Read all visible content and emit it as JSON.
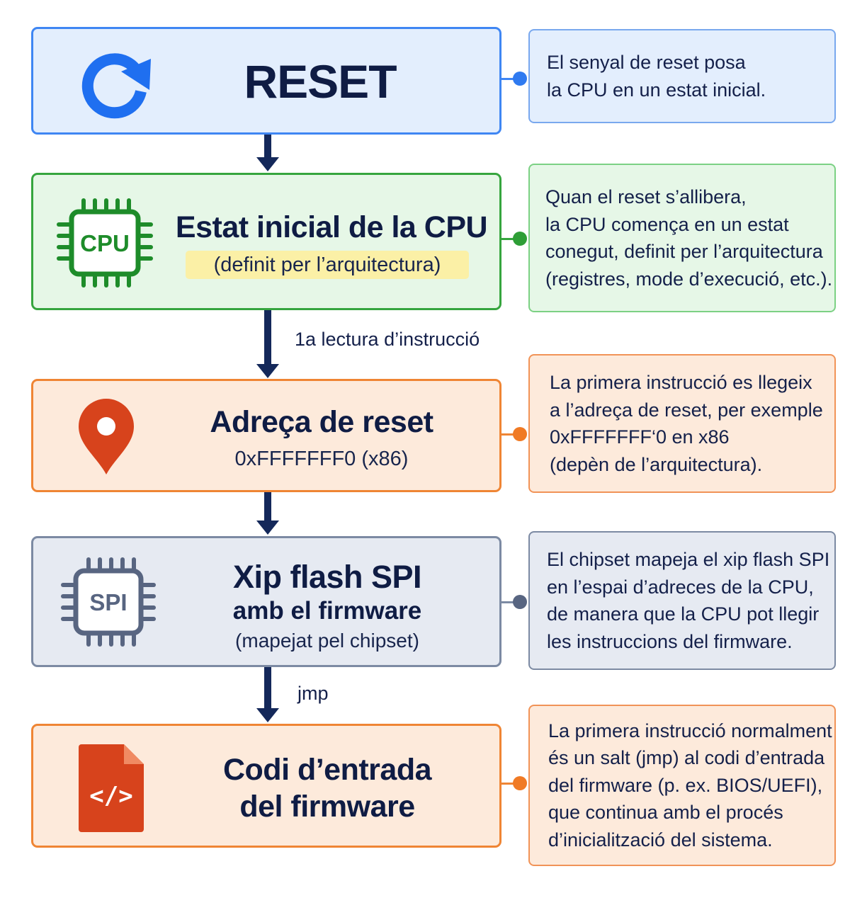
{
  "steps": {
    "reset": {
      "title": "RESET"
    },
    "cpu": {
      "title": "Estat inicial de la CPU",
      "subtitle": "(definit per l’arquitectura)",
      "chip_label": "CPU"
    },
    "address": {
      "title": "Adreça de reset",
      "subtitle": "0xFFFFFFF0 (x86)"
    },
    "flash": {
      "title_line1": "Xip flash SPI",
      "title_line2": "amb el firmware",
      "subtitle": "(mapejat pel chipset)",
      "chip_label": "SPI"
    },
    "entry": {
      "title_line1": "Codi d’entrada",
      "title_line2": "del firmware",
      "icon_label": "</>"
    }
  },
  "edges": {
    "first_fetch": "1a lectura d’instrucció",
    "jump": "jmp"
  },
  "notes": {
    "reset": [
      "El senyal de reset posa",
      "la CPU en un estat inicial."
    ],
    "cpu": [
      "Quan el reset s’allibera,",
      "la CPU comença en un estat",
      "conegut, definit per l’arquitectura",
      "(registres, mode d’execució, etc.)."
    ],
    "address": [
      "La primera instrucció es llegeix",
      "a l’adreça de reset, per exemple",
      "0xFFFFFFF‘0 en x86",
      "(depèn de l’arquitectura)."
    ],
    "flash": [
      "El chipset mapeja el xip flash SPI",
      "en l’espai d’adreces de la CPU,",
      "de manera que la CPU pot llegir",
      "les instruccions del firmware."
    ],
    "entry": [
      "La primera instrucció normalment",
      "és un salt (jmp) al codi d’entrada",
      "del firmware (p. ex. BIOS/UEFI),",
      "que continua amb el procés",
      "d’inicialització del sistema."
    ]
  },
  "icons": {
    "reset": "refresh-icon",
    "cpu": "cpu-chip-icon",
    "address": "location-pin-icon",
    "flash": "spi-chip-icon",
    "entry": "code-file-icon"
  },
  "colors": {
    "blue": "#3f86f3",
    "green": "#36a53e",
    "orange": "#ef8534",
    "red": "#d7431c",
    "gray": "#586581",
    "arrow": "#14285a",
    "highlight": "#fbf0a6"
  }
}
